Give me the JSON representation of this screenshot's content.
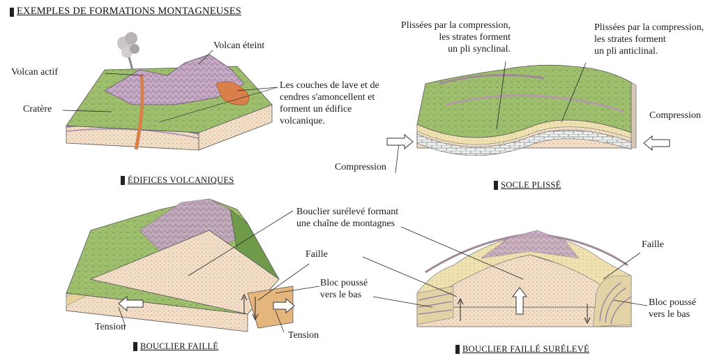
{
  "title": "EXEMPLES DE FORMATIONS MONTAGNEUSES",
  "panels": {
    "volcanic": {
      "caption": "ÉDIFICES VOLCANIQUES",
      "labels": {
        "volcan_eteint": "Volcan éteint",
        "volcan_actif": "Volcan actif",
        "cratere": "Cratère",
        "couches_lave": "Les couches de lave et de\ncendres s'amoncellent et\nforment un édifice\nvolcanique."
      }
    },
    "folded": {
      "caption": "SOCLE PLISSÉ",
      "labels": {
        "synclinal": "Plissées par la compression,\nles strates forment\nun pli synclinal.",
        "anticlinal": "Plissées par la compression,\nles strates forment\nun pli anticlinal.",
        "compression_right": "Compression",
        "compression_bottom": "Compression"
      }
    },
    "faulted": {
      "caption": "BOUCLIER FAILLÉ",
      "labels": {
        "bouclier": "Bouclier surélevé formant\nune chaîne de montagnes",
        "faille": "Faille",
        "bloc": "Bloc poussé\nvers le bas",
        "tension_left": "Tension",
        "tension_right": "Tension"
      }
    },
    "uplifted": {
      "caption": "BOUCLIER FAILLÉ SURÉLEVÉ",
      "labels": {
        "faille": "Faille",
        "bloc": "Bloc poussé\nvers le bas"
      }
    }
  },
  "colors": {
    "grass": "#9fbf6e",
    "grass_dark": "#6f9a4a",
    "rock": "#b79ab8",
    "rock_dark": "#8e6f98",
    "ground": "#f2ddc6",
    "ground_dot": "#b08d73",
    "lava": "#d9804a",
    "strata": "#e9d9a8",
    "stone_layer": "#eef0f0",
    "arrow_fill": "#ffffff",
    "ink": "#1a1a1a"
  }
}
